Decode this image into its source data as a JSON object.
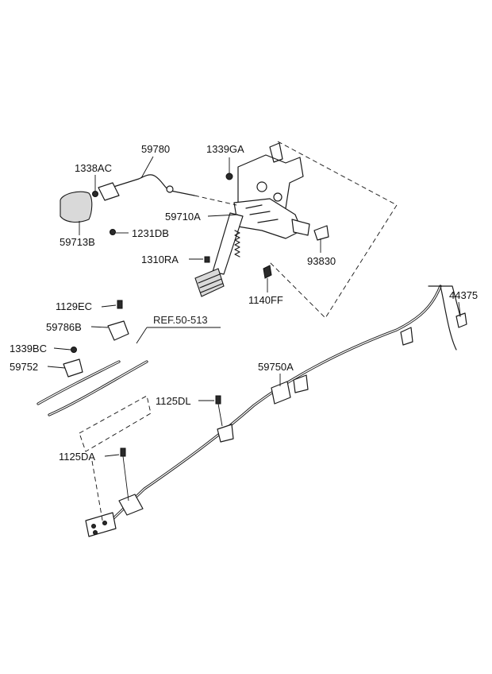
{
  "diagram": {
    "labels": {
      "p59780": "59780",
      "p1339GA": "1339GA",
      "p1338AC": "1338AC",
      "p59710A": "59710A",
      "p59713B": "59713B",
      "p1231DB": "1231DB",
      "p1310RA": "1310RA",
      "p93830": "93830",
      "p1140FF": "1140FF",
      "p44375": "44375",
      "p1129EC": "1129EC",
      "p59786B": "59786B",
      "p1339BC": "1339BC",
      "p59752": "59752",
      "p59750A": "59750A",
      "p1125DL": "1125DL",
      "p1125DA": "1125DA"
    },
    "reference": "REF.50-513"
  }
}
